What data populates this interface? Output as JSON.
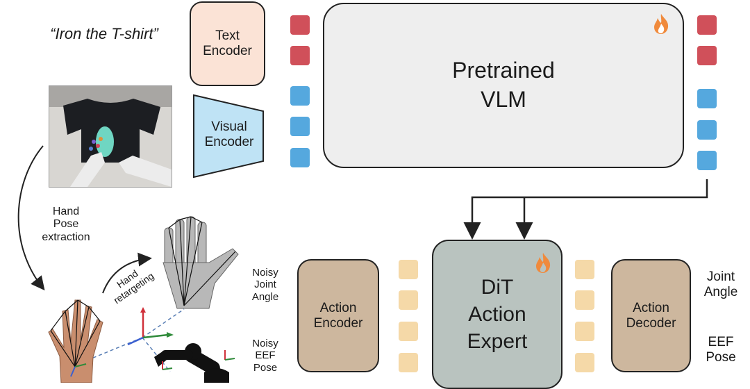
{
  "instruction": "“Iron the T-shirt”",
  "text_encoder": {
    "line1": "Text",
    "line2": "Encoder"
  },
  "visual_encoder": {
    "line1": "Visual",
    "line2": "Encoder"
  },
  "vlm": {
    "line1": "Pretrained",
    "line2": "VLM"
  },
  "hand_pose": {
    "line1": "Hand",
    "line2": "Pose",
    "line3": "extraction"
  },
  "hand_retargeting": {
    "line1": "Hand",
    "line2": "retargeting"
  },
  "noisy_joint": {
    "line1": "Noisy",
    "line2": "Joint",
    "line3": "Angle"
  },
  "noisy_eef": {
    "line1": "Noisy",
    "line2": "EEF",
    "line3": "Pose"
  },
  "action_encoder": {
    "line1": "Action",
    "line2": "Encoder"
  },
  "dit": {
    "line1": "DiT",
    "line2": "Action",
    "line3": "Expert"
  },
  "action_decoder": {
    "line1": "Action",
    "line2": "Decoder"
  },
  "out_joint": {
    "line1": "Joint",
    "line2": "Angle"
  },
  "out_eef": {
    "line1": "EEF",
    "line2": "Pose"
  },
  "colors": {
    "text_token": "#d0505a",
    "visual_token": "#55a8de",
    "action_token": "#f5d9a8",
    "text_encoder_fill": "#fbe3d6",
    "visual_encoder_fill": "#bfe3f5",
    "vlm_fill": "#eeeeee",
    "action_box_fill": "#cdb79e",
    "dit_fill": "#b9c3bf",
    "flame": "#f08a3c"
  },
  "icons": [
    "flame-icon",
    "tshirt-photo",
    "human-hand-icon",
    "robot-hand-icon",
    "robot-arm-icon",
    "axis-frame-icon"
  ]
}
